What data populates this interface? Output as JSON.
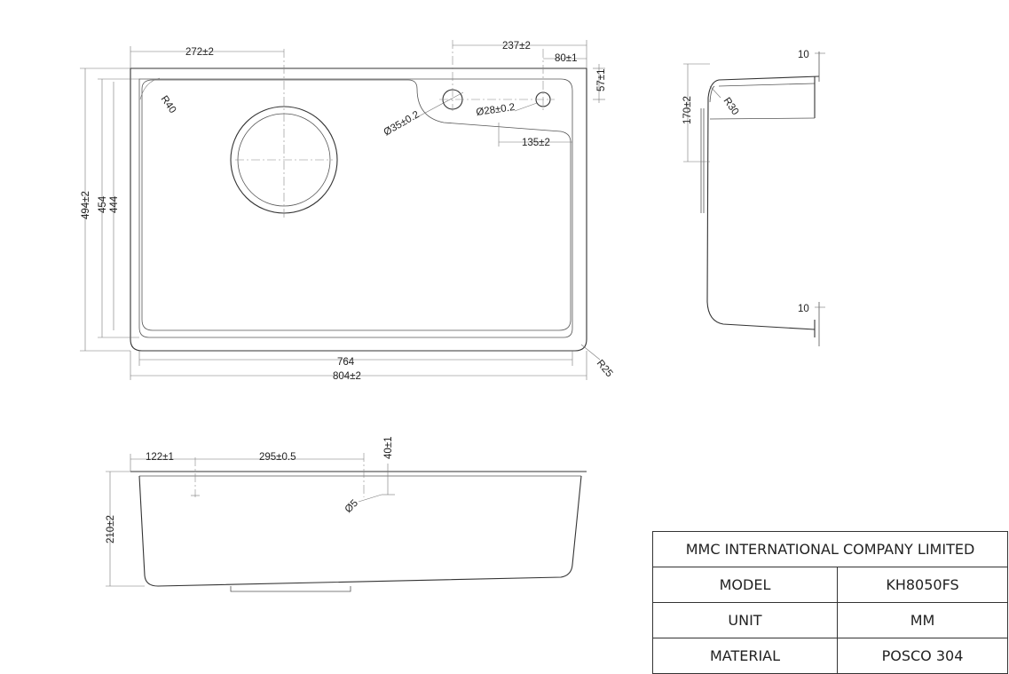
{
  "dimensions": {
    "d_272": "272±2",
    "d_237": "237±2",
    "d_80": "80±1",
    "d_57": "57±1",
    "d_r40": "R40",
    "d_35": "Ø35±0.2",
    "d_28": "Ø28±0.2",
    "d_135": "135±2",
    "d_494": "494±2",
    "d_454": "454",
    "d_444": "444",
    "d_764": "764",
    "d_804": "804±2",
    "d_r25": "R25",
    "d_10_top": "10",
    "d_10_bottom": "10",
    "d_170": "170±2",
    "d_r30": "R30",
    "d_122": "122±1",
    "d_295": "295±0.5",
    "d_40": "40±1",
    "d_5": "Ø5",
    "d_210": "210±2"
  },
  "title_block": {
    "company": "MMC INTERNATIONAL COMPANY LIMITED",
    "model_label": "MODEL",
    "model_value": "KH8050FS",
    "unit_label": "UNIT",
    "unit_value": "MM",
    "material_label": "MATERIAL",
    "material_value": "POSCO 304"
  }
}
